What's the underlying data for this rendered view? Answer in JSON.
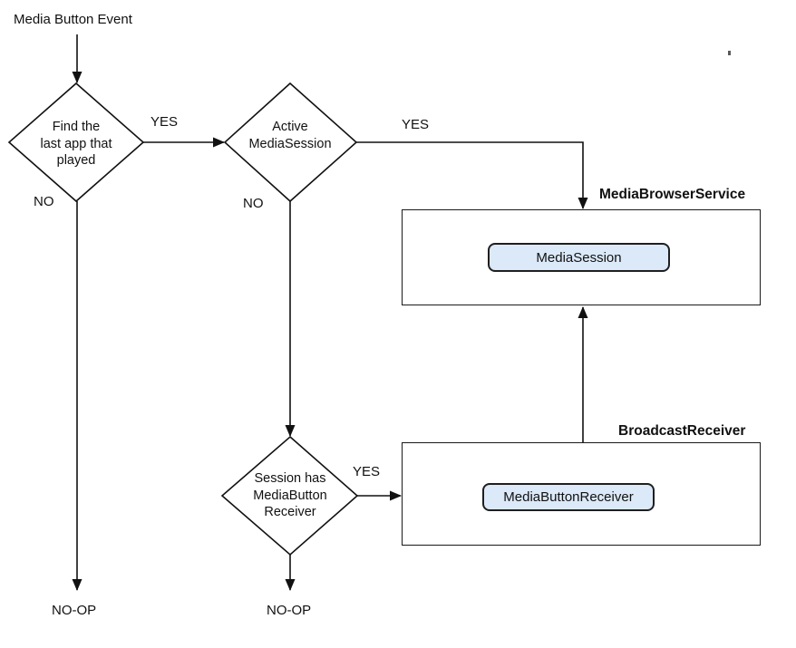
{
  "diagram": {
    "start_label": "Media Button Event",
    "decisions": {
      "find_last_app": {
        "line1": "Find the",
        "line2": "last app that",
        "line3": "played",
        "yes": "YES",
        "no": "NO"
      },
      "active_media_session": {
        "line1": "Active",
        "line2": "MediaSession",
        "yes": "YES",
        "no": "NO"
      },
      "session_has_receiver": {
        "line1": "Session has",
        "line2": "MediaButton",
        "line3": "Receiver",
        "yes": "YES"
      }
    },
    "containers": {
      "media_browser_service": {
        "title": "MediaBrowserService",
        "component": "MediaSession"
      },
      "broadcast_receiver": {
        "title": "BroadcastReceiver",
        "component": "MediaButtonReceiver"
      }
    },
    "terminals": {
      "left_noop": "NO-OP",
      "middle_noop": "NO-OP"
    },
    "colors": {
      "component_fill": "#dbe9f8",
      "component_border": "#1f1f1f",
      "line": "#111111",
      "background": "#ffffff"
    }
  }
}
